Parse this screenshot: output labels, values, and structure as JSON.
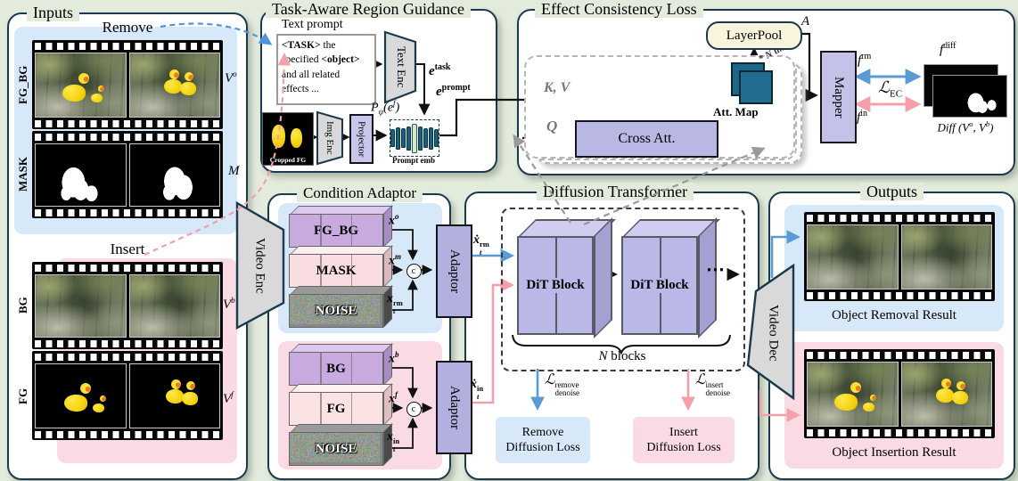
{
  "colors": {
    "page_bg": "#e3ebdd",
    "panel_border": "#1b3a4e",
    "accent_blue": "#5b9bd5",
    "accent_pink": "#f59fab",
    "light_blue_bg": "#d7e9f8",
    "light_pink_bg": "#fadbe4",
    "module_purple": "#b9b7e4",
    "teal_dark": "#1e6787",
    "layerpool_cream": "#f8f5dc"
  },
  "inputs": {
    "title": "Inputs",
    "remove_label": "Remove",
    "insert_label": "Insert",
    "fgbg_side": "FG_BG",
    "fgbg_math": {
      "b": "V",
      "s": "o"
    },
    "mask_side": "MASK",
    "mask_math": {
      "b": "M",
      "s": ""
    },
    "bg_side": "BG",
    "bg_math": {
      "b": "V",
      "s": "b"
    },
    "fg_side": "FG",
    "fg_math": {
      "b": "V",
      "s": "f"
    }
  },
  "targ": {
    "title": "Task-Aware Region Guidance",
    "text_prompt_label": "Text prompt",
    "prompt_l1b": "<TASK>",
    "prompt_l1": " the",
    "prompt_l2": "specified ",
    "prompt_l2b": "<object>",
    "prompt_l3": "and all related",
    "prompt_l4": "effects ...",
    "text_enc": "Text Enc",
    "img_enc": "Img Enc",
    "projector": "Projector",
    "cropped_fg": "Cropped FG",
    "prompt_emb": "Prompt emb",
    "e_task": {
      "b": "e",
      "s": "task"
    },
    "e_prompt": {
      "b": "e",
      "s": "prompt"
    },
    "proj_math": {
      "p": "P",
      "sub": "ψ",
      "mid": "(e",
      "sup": "f",
      "end": ")"
    }
  },
  "ecl": {
    "title": "Effect Consistency Loss",
    "layerpool": "LayerPool",
    "a_label": "A",
    "n_times": "* N times",
    "att_map": "Att. Map",
    "kv": "K, V",
    "q": "Q",
    "cross_att": "Cross Att.",
    "mapper": "Mapper",
    "f_rm": {
      "b": "f",
      "s": "rm"
    },
    "f_in": {
      "b": "f",
      "s": "in"
    },
    "f_diff": {
      "b": "f",
      "s": "diff"
    },
    "l_ec": {
      "b": "ℒ",
      "sub": "EC"
    },
    "diff_cap": {
      "p1": "Diff (V",
      "s1": "o",
      "p2": ", V",
      "s2": "b",
      "p3": ")"
    }
  },
  "ca": {
    "title": "Condition Adaptor",
    "fgbg": "FG_BG",
    "mask": "MASK",
    "noise1": "NOISE",
    "bg": "BG",
    "fg": "FG",
    "noise2": "NOISE",
    "adaptor1": "Adaptor",
    "adaptor2": "Adaptor",
    "concat1": "c",
    "concat2": "c",
    "x_o": {
      "b": "x",
      "s": "o"
    },
    "x_m": {
      "b": "x",
      "s": "m"
    },
    "x_t_rm": {
      "b": "x",
      "sub": "t",
      "sup": "rm"
    },
    "x_b": {
      "b": "x",
      "s": "b"
    },
    "x_f": {
      "b": "x",
      "s": "f"
    },
    "x_t_in": {
      "b": "x",
      "sub": "t",
      "sup": "in"
    }
  },
  "dt": {
    "title": "Diffusion Transformer",
    "dit1": "DiT Block",
    "dit2": "DiT Block",
    "dots": "⋯",
    "n_italic": "N",
    "n_rest": " blocks",
    "xdot_rm": {
      "b": "ẋ",
      "sub": "t",
      "sup": "rm"
    },
    "xdot_in": {
      "b": "ẋ",
      "sub": "t",
      "sup": "in"
    },
    "loss_rm": {
      "b": "ℒ",
      "sup": "remove",
      "sub": "denoise"
    },
    "loss_in": {
      "b": "ℒ",
      "sup": "insert",
      "sub": "denoise"
    },
    "remove_box": [
      "Remove",
      "Diffusion Loss"
    ],
    "insert_box": [
      "Insert",
      "Diffusion Loss"
    ]
  },
  "outputs": {
    "title": "Outputs",
    "removal_caption": "Object Removal Result",
    "insertion_caption": "Object Insertion Result"
  },
  "enc_label": "Video Enc",
  "dec_label": "Video Dec"
}
